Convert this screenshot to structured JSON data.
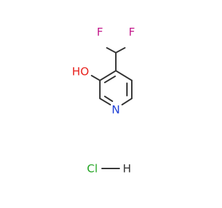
{
  "molecule": {
    "atoms": {
      "fluorine_left": "F",
      "fluorine_right": "F",
      "oxygen": "HO",
      "nitrogen": "N"
    },
    "salt": {
      "chlorine": "Cl",
      "hydrogen": "H"
    }
  },
  "colors": {
    "bond": "#333333",
    "fluorine": "#c5208f",
    "oxygen": "#e8231f",
    "nitrogen": "#1f3fd6",
    "chlorine": "#26a626",
    "hydrogen": "#333333"
  }
}
